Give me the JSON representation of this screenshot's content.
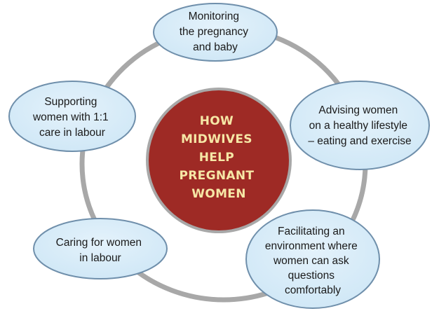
{
  "center": {
    "lines": [
      "HOW",
      "MIDWIVES",
      "HELP",
      "PREGNANT",
      "WOMEN"
    ],
    "fill_color": "#9e2a25",
    "text_color": "#f6e7a6",
    "border_color": "#a8a8a8"
  },
  "ring_color": "#a8a8a8",
  "node_fill_color": "#cfe7f6",
  "node_border_color": "#6f8fab",
  "nodes": [
    {
      "id": "monitoring",
      "lines": [
        "Monitoring",
        "the pregnancy",
        "and baby"
      ]
    },
    {
      "id": "advising",
      "lines": [
        "Advising women",
        "on a healthy lifestyle",
        "– eating and exercise"
      ]
    },
    {
      "id": "facilitating",
      "lines": [
        "Facilitating an",
        "environment where",
        "women can ask",
        "questions",
        "comfortably"
      ]
    },
    {
      "id": "caring",
      "lines": [
        "Caring for women",
        "in labour"
      ]
    },
    {
      "id": "supporting",
      "lines": [
        "Supporting",
        "women with 1:1",
        "care in labour"
      ]
    }
  ]
}
